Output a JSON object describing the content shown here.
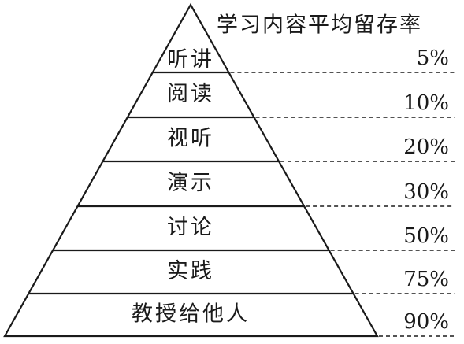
{
  "header": {
    "title": "学习内容平均留存率"
  },
  "levels": [
    {
      "name": "听讲",
      "rate": "5%"
    },
    {
      "name": "阅读",
      "rate": "10%"
    },
    {
      "name": "视听",
      "rate": "20%"
    },
    {
      "name": "演示",
      "rate": "30%"
    },
    {
      "name": "讨论",
      "rate": "50%"
    },
    {
      "name": "实践",
      "rate": "75%"
    },
    {
      "name": "教授给他人",
      "rate": "90%"
    }
  ]
}
